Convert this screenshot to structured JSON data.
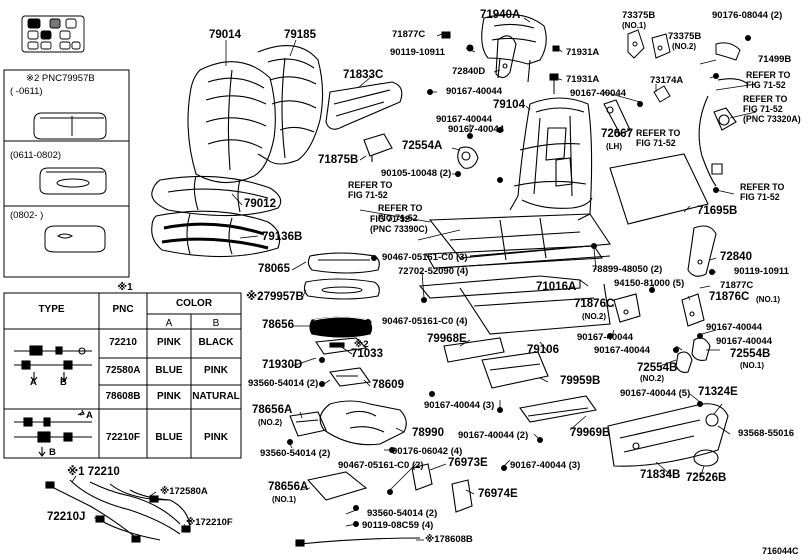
{
  "figure_id": "716044C",
  "labels": [
    {
      "id": "p79014",
      "text": "79014"
    },
    {
      "id": "p79185",
      "text": "79185"
    },
    {
      "id": "p79012",
      "text": "79012"
    },
    {
      "id": "p79136b",
      "text": "79136B"
    },
    {
      "id": "p71877c_a",
      "text": "71877C"
    },
    {
      "id": "p90119_10911_a",
      "text": "90119-10911"
    },
    {
      "id": "p71940a",
      "text": "71940A"
    },
    {
      "id": "p71931a_a",
      "text": "71931A"
    },
    {
      "id": "p72840d",
      "text": "72840D"
    },
    {
      "id": "p71931a_b",
      "text": "71931A"
    },
    {
      "id": "p71833c",
      "text": "71833C"
    },
    {
      "id": "p90167_40044_a",
      "text": "90167-40044"
    },
    {
      "id": "p79104",
      "text": "79104"
    },
    {
      "id": "p90167_40044_b",
      "text": "90167-40044"
    },
    {
      "id": "p90167_40044_c",
      "text": "90167-40044"
    },
    {
      "id": "p90167_40044_d",
      "text": "90167-40044"
    },
    {
      "id": "p72554a",
      "text": "72554A"
    },
    {
      "id": "p71875b",
      "text": "71875B"
    },
    {
      "id": "p90105_10048",
      "text": "90105-10048 (2)"
    },
    {
      "id": "p73375b_a",
      "text": "73375B"
    },
    {
      "id": "p73375b_a_q",
      "text": "(NO.1)"
    },
    {
      "id": "p73375b_b",
      "text": "73375B"
    },
    {
      "id": "p73375b_b_q",
      "text": "(NO.2)"
    },
    {
      "id": "p90176_08044",
      "text": "90176-08044 (2)"
    },
    {
      "id": "p71499b",
      "text": "71499B"
    },
    {
      "id": "p73174a",
      "text": "73174A"
    },
    {
      "id": "p72667",
      "text": "72667"
    },
    {
      "id": "p72667_q",
      "text": "(LH)"
    },
    {
      "id": "p71695b",
      "text": "71695B"
    },
    {
      "id": "p72840",
      "text": "72840"
    },
    {
      "id": "p90119_10911_b",
      "text": "90119-10911"
    },
    {
      "id": "p71877c_b",
      "text": "71877C"
    },
    {
      "id": "p90467_05161_c0_3",
      "text": "90467-05161-C0 (3)"
    },
    {
      "id": "p72702_52090",
      "text": "72702-52090 (4)"
    },
    {
      "id": "p78899_48050",
      "text": "78899-48050 (2)"
    },
    {
      "id": "p71016a",
      "text": "71016A"
    },
    {
      "id": "p94150_81000",
      "text": "94150-81000 (5)"
    },
    {
      "id": "p78065",
      "text": "78065"
    },
    {
      "id": "p79957b",
      "text": "※279957B"
    },
    {
      "id": "p90467_05161_c0_4",
      "text": "90467-05161-C0 (4)"
    },
    {
      "id": "p78656",
      "text": "78656"
    },
    {
      "id": "p2_mark",
      "text": "※2"
    },
    {
      "id": "p71033",
      "text": "71033"
    },
    {
      "id": "p71930d",
      "text": "71930D"
    },
    {
      "id": "p93560_54014_a",
      "text": "93560-54014 (2)"
    },
    {
      "id": "p78609",
      "text": "78609"
    },
    {
      "id": "p79968e",
      "text": "79968E"
    },
    {
      "id": "p79106",
      "text": "79106"
    },
    {
      "id": "p71876c_a",
      "text": "71876C"
    },
    {
      "id": "p71876c_a_q",
      "text": "(NO.2)"
    },
    {
      "id": "p71876c_b",
      "text": "71876C"
    },
    {
      "id": "p71876c_b_q",
      "text": "(NO.1)"
    },
    {
      "id": "p90167_40044_e",
      "text": "90167-40044"
    },
    {
      "id": "p90167_40044_f",
      "text": "90167-40044"
    },
    {
      "id": "p90167_40044_g",
      "text": "90167-40044"
    },
    {
      "id": "p90167_40044_h",
      "text": "90167-40044"
    },
    {
      "id": "p72554b_a",
      "text": "72554B"
    },
    {
      "id": "p72554b_a_q",
      "text": "(NO.1)"
    },
    {
      "id": "p72554b_b",
      "text": "72554B"
    },
    {
      "id": "p72554b_b_q",
      "text": "(NO.2)"
    },
    {
      "id": "p79959b",
      "text": "79959B"
    },
    {
      "id": "p90167_40044_3a",
      "text": "90167-40044 (3)"
    },
    {
      "id": "p90167_40044_5",
      "text": "90167-40044 (5)"
    },
    {
      "id": "p71324e",
      "text": "71324E"
    },
    {
      "id": "p93568_55016",
      "text": "93568-55016"
    },
    {
      "id": "p78656a_a",
      "text": "78656A"
    },
    {
      "id": "p78656a_a_q",
      "text": "(NO.2)"
    },
    {
      "id": "p78990",
      "text": "78990"
    },
    {
      "id": "p93560_54014_b",
      "text": "93560-54014 (2)"
    },
    {
      "id": "p90176_06042",
      "text": "90176-06042 (4)"
    },
    {
      "id": "p90167_40044_2",
      "text": "90167-40044 (2)"
    },
    {
      "id": "p79969b",
      "text": "79969B"
    },
    {
      "id": "p90167_40044_3b",
      "text": "90167-40044 (3)"
    },
    {
      "id": "p71834b",
      "text": "71834B"
    },
    {
      "id": "p72526b",
      "text": "72526B"
    },
    {
      "id": "p90467_05161_c0_2",
      "text": "90467-05161-C0 (2)"
    },
    {
      "id": "p76973e",
      "text": "76973E"
    },
    {
      "id": "p78656a_b",
      "text": "78656A"
    },
    {
      "id": "p78656a_b_q",
      "text": "(NO.1)"
    },
    {
      "id": "p76974e",
      "text": "76974E"
    },
    {
      "id": "p93560_54014_c",
      "text": "93560-54014 (2)"
    },
    {
      "id": "p90119_08c59",
      "text": "90119-08C59 (4)"
    },
    {
      "id": "p178608b",
      "text": "※178608B"
    },
    {
      "id": "p172210",
      "text": "※1 72210"
    },
    {
      "id": "p172580a",
      "text": "※172580A"
    },
    {
      "id": "p72210j",
      "text": "72210J"
    },
    {
      "id": "p172210f",
      "text": "※172210F"
    }
  ],
  "refer_notes": [
    {
      "id": "ref1",
      "lines": [
        "REFER TO",
        "FIG 71-52"
      ]
    },
    {
      "id": "ref2",
      "lines": [
        "REFER TO",
        "FIG 71-52"
      ]
    },
    {
      "id": "ref3",
      "lines": [
        "REFER TO",
        "FIG 71-52",
        "(PNC 73320A)"
      ]
    },
    {
      "id": "ref4",
      "lines": [
        "REFER TO",
        "FIG 71-52"
      ]
    },
    {
      "id": "ref5",
      "lines": [
        "REFER TO",
        "FIG 71-52"
      ]
    },
    {
      "id": "ref6",
      "lines": [
        "REFER TO",
        "FIG 71-52"
      ]
    },
    {
      "id": "ref7",
      "lines": [
        "REFER TO",
        "FIG 71-52",
        "(PNC 73390C)"
      ]
    }
  ],
  "pnc_box": {
    "title": "※2  PNC79957B",
    "ranges": [
      "(      -0611)",
      "(0611-0802)",
      "(0802-      )"
    ]
  },
  "color_table": {
    "mark": "※1",
    "headers": {
      "type": "TYPE",
      "pnc": "PNC",
      "color": "COLOR",
      "a": "A",
      "b": "B"
    },
    "rows": [
      {
        "pnc": "72210",
        "a": "PINK",
        "b": "BLACK"
      },
      {
        "pnc": "72580A",
        "a": "BLUE",
        "b": "PINK"
      },
      {
        "pnc": "78608B",
        "a": "PINK",
        "b": "NATURAL"
      },
      {
        "pnc": "72210F",
        "a": "BLUE",
        "b": "PINK"
      }
    ],
    "type_marks": {
      "a": "A",
      "b": "B"
    }
  }
}
